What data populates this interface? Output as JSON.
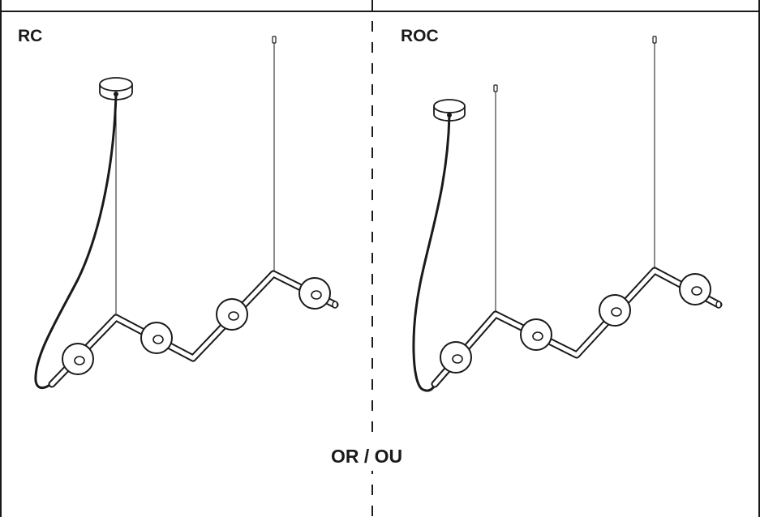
{
  "left_panel": {
    "label": "RC"
  },
  "right_panel": {
    "label": "ROC"
  },
  "separator": {
    "label": "OR / OU"
  }
}
